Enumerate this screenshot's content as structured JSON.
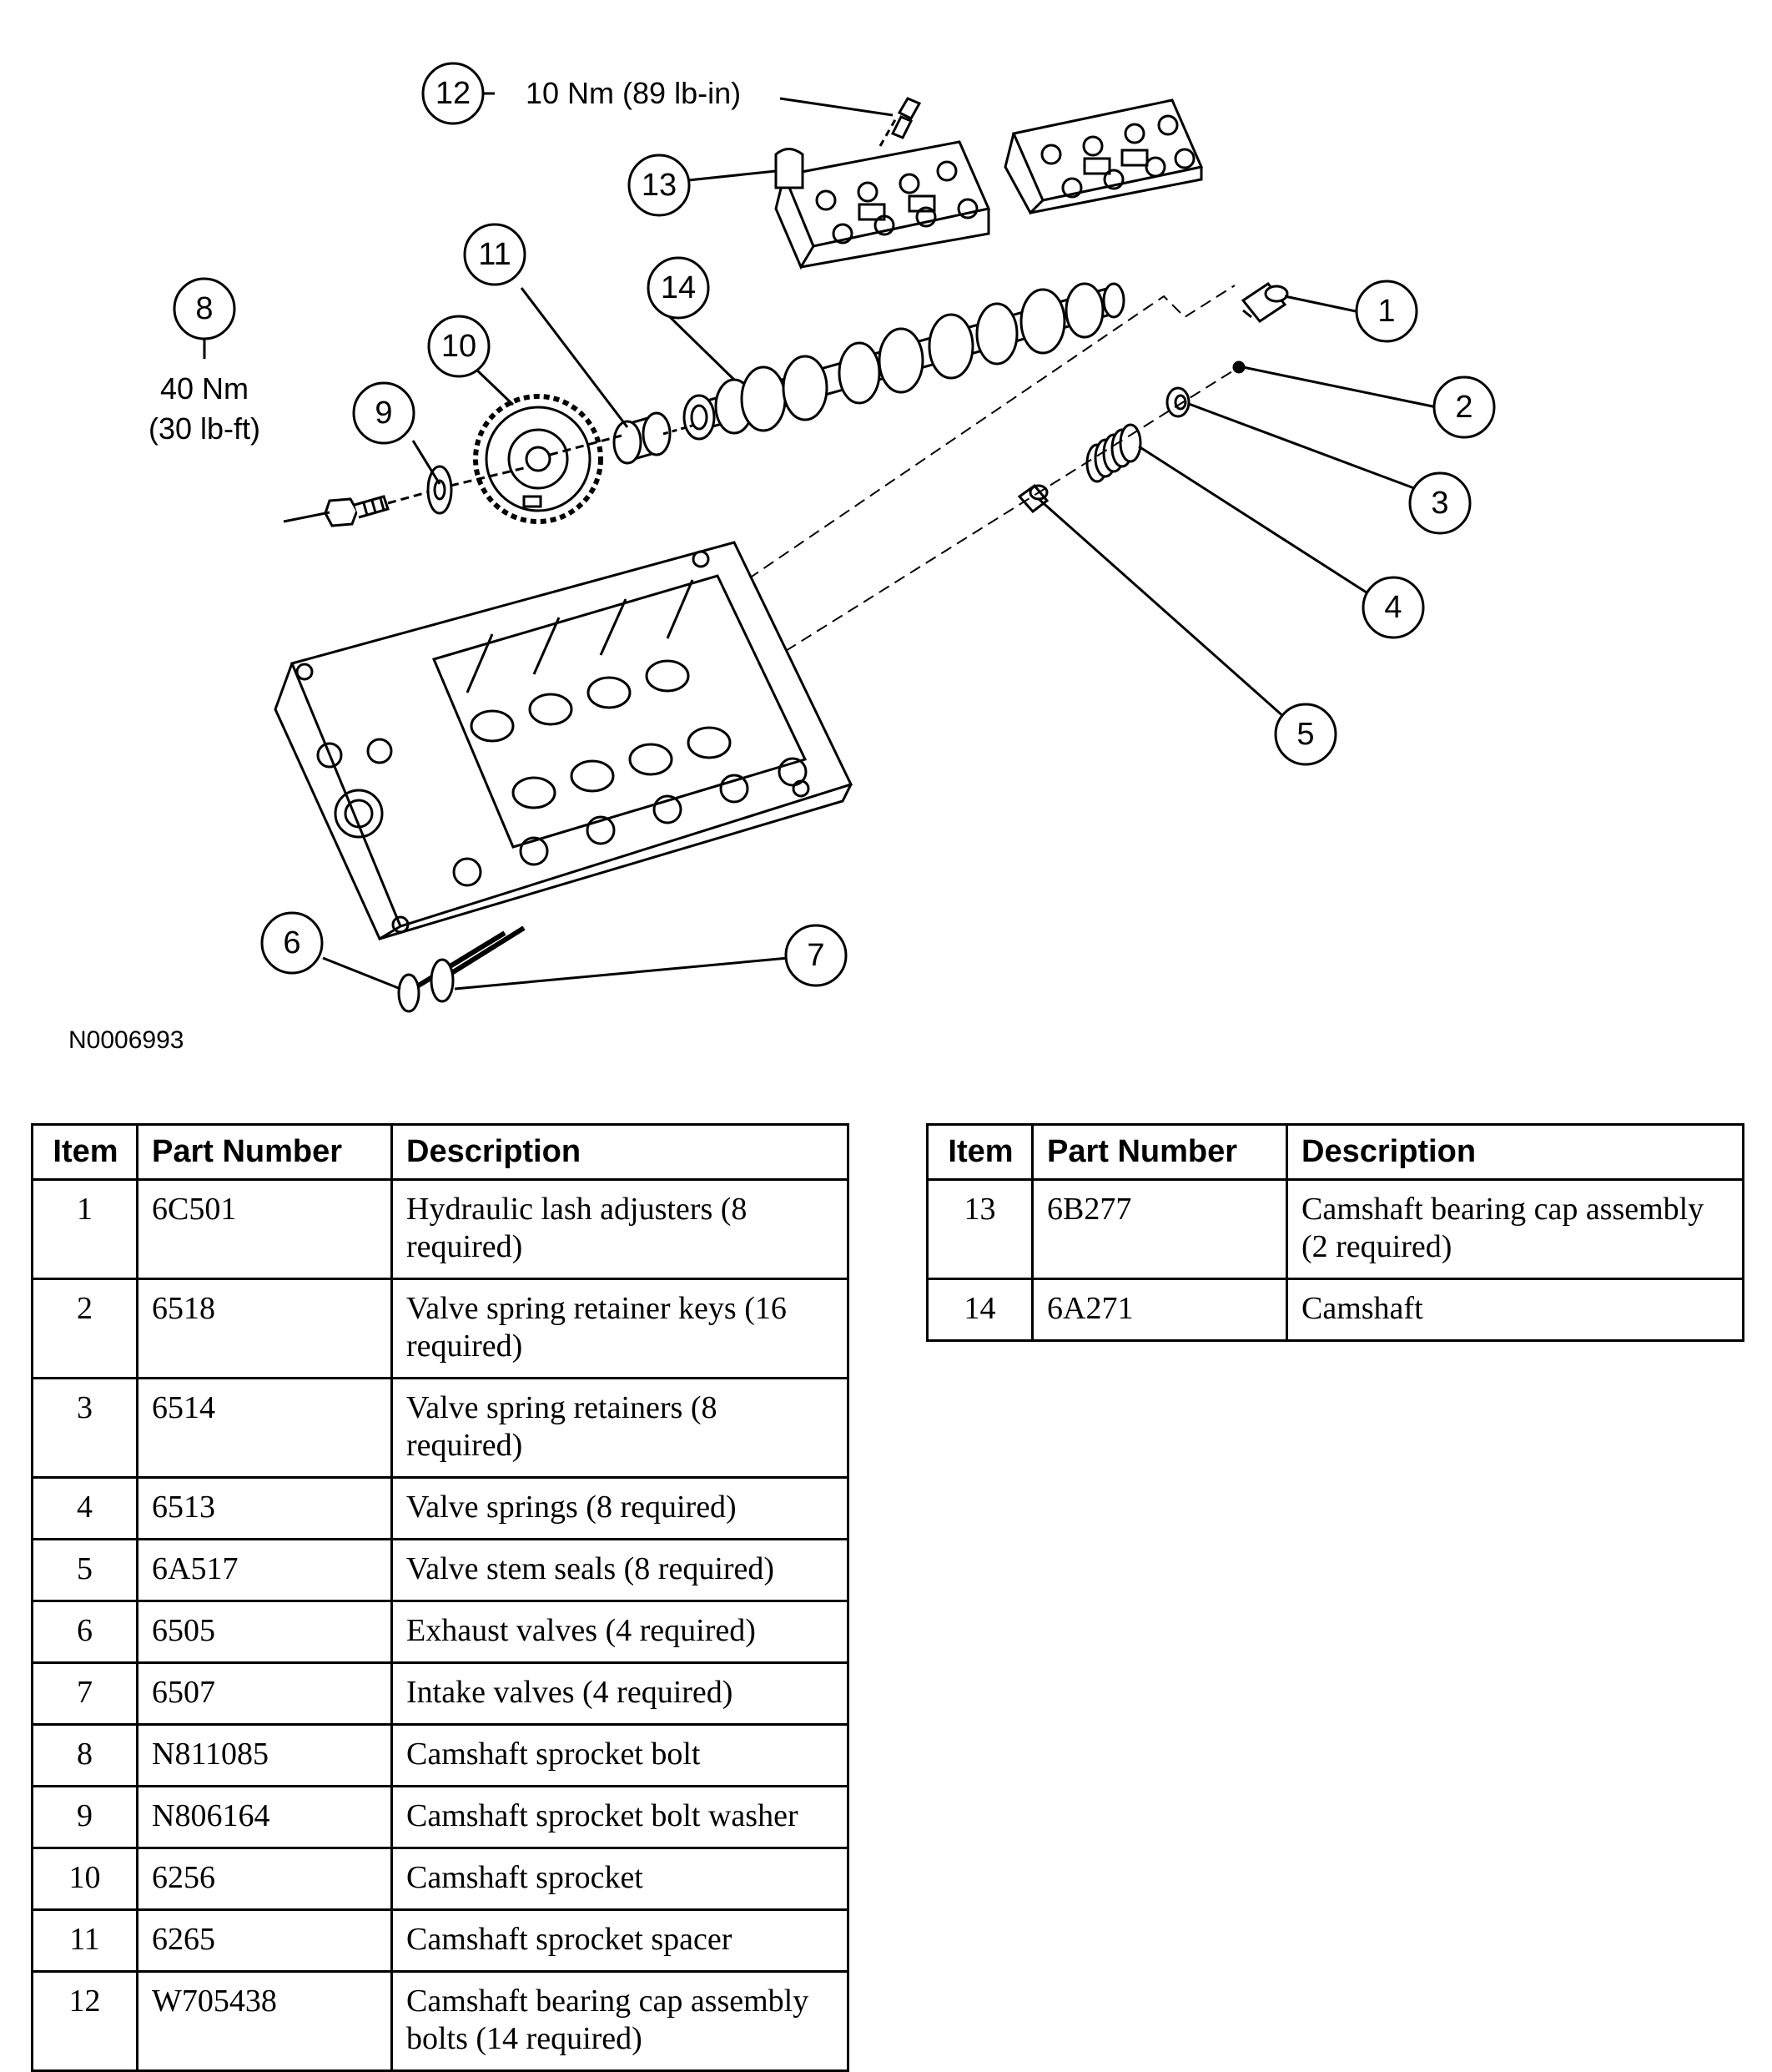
{
  "figure": {
    "figure_id": "N0006993",
    "torque_12": "10 Nm (89 lb-in)",
    "torque_8_line1": "40 Nm",
    "torque_8_line2": "(30 lb-ft)",
    "callouts": [
      "1",
      "2",
      "3",
      "4",
      "5",
      "6",
      "7",
      "8",
      "9",
      "10",
      "11",
      "12",
      "13",
      "14"
    ]
  },
  "table": {
    "headers": {
      "item": "Item",
      "part_number": "Part Number",
      "description": "Description"
    },
    "left_rows": [
      {
        "item": "1",
        "part": "6C501",
        "desc": "Hydraulic lash adjusters (8 required)"
      },
      {
        "item": "2",
        "part": "6518",
        "desc": "Valve spring retainer keys (16 required)"
      },
      {
        "item": "3",
        "part": "6514",
        "desc": "Valve spring retainers (8 required)"
      },
      {
        "item": "4",
        "part": "6513",
        "desc": "Valve springs (8 required)"
      },
      {
        "item": "5",
        "part": "6A517",
        "desc": "Valve stem seals (8 required)"
      },
      {
        "item": "6",
        "part": "6505",
        "desc": "Exhaust valves (4 required)"
      },
      {
        "item": "7",
        "part": "6507",
        "desc": "Intake valves (4 required)"
      },
      {
        "item": "8",
        "part": "N811085",
        "desc": "Camshaft sprocket bolt"
      },
      {
        "item": "9",
        "part": "N806164",
        "desc": "Camshaft sprocket bolt washer"
      },
      {
        "item": "10",
        "part": "6256",
        "desc": "Camshaft sprocket"
      },
      {
        "item": "11",
        "part": "6265",
        "desc": "Camshaft sprocket spacer"
      },
      {
        "item": "12",
        "part": "W705438",
        "desc": "Camshaft bearing cap assembly bolts (14 required)"
      }
    ],
    "right_rows": [
      {
        "item": "13",
        "part": "6B277",
        "desc": "Camshaft bearing cap assembly (2 required)"
      },
      {
        "item": "14",
        "part": "6A271",
        "desc": "Camshaft"
      }
    ]
  }
}
